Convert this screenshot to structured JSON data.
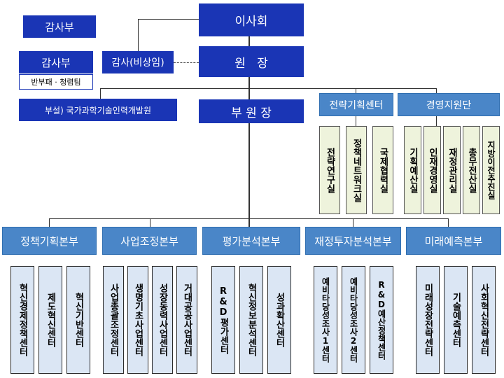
{
  "top": {
    "board": "이사회",
    "auditor_dept_top": "감사부",
    "auditor_dept": "감사부",
    "auditor_sub": "반부패 · 청렴팀",
    "auditor": "감사(비상임)",
    "president": "원   장",
    "vice_president": "부 원 장",
    "affiliate": "부설) 국가과학기술인력개발원"
  },
  "centers": {
    "strategy": {
      "title": "전략기획센터",
      "offices": [
        "전략연구실",
        "정책네트워크실",
        "국제협력실"
      ]
    },
    "management": {
      "title": "경영지원단",
      "offices": [
        "기획예산실",
        "인재경영실",
        "재정관리실",
        "총무전산실",
        "지방이전추진실"
      ]
    }
  },
  "divisions": [
    {
      "title": "정책기획본부",
      "centers": [
        "혁신경제정책센터",
        "제도혁신센터",
        "혁신기반센터"
      ]
    },
    {
      "title": "사업조정본부",
      "centers": [
        "사업총괄조정센터",
        "생명기초사업센터",
        "성장동력사업센터",
        "거대공공사업센터"
      ]
    },
    {
      "title": "평가분석본부",
      "centers": [
        "R&D평가센터",
        "혁신정보분석센터",
        "성과확산센터"
      ]
    },
    {
      "title": "재정투자분석본부",
      "centers": [
        "예비타당성조사1센터",
        "예비타당성조사2센터",
        "R&D예산정책센터"
      ]
    },
    {
      "title": "미래예측본부",
      "centers": [
        "미래성장전략센터",
        "기술예측센터",
        "사회혁신전략센터"
      ]
    }
  ],
  "colors": {
    "navy": "#1a35b5",
    "blue": "#4a86c8",
    "light_blue": "#dbe6f4",
    "light_green": "#eef3dc"
  }
}
